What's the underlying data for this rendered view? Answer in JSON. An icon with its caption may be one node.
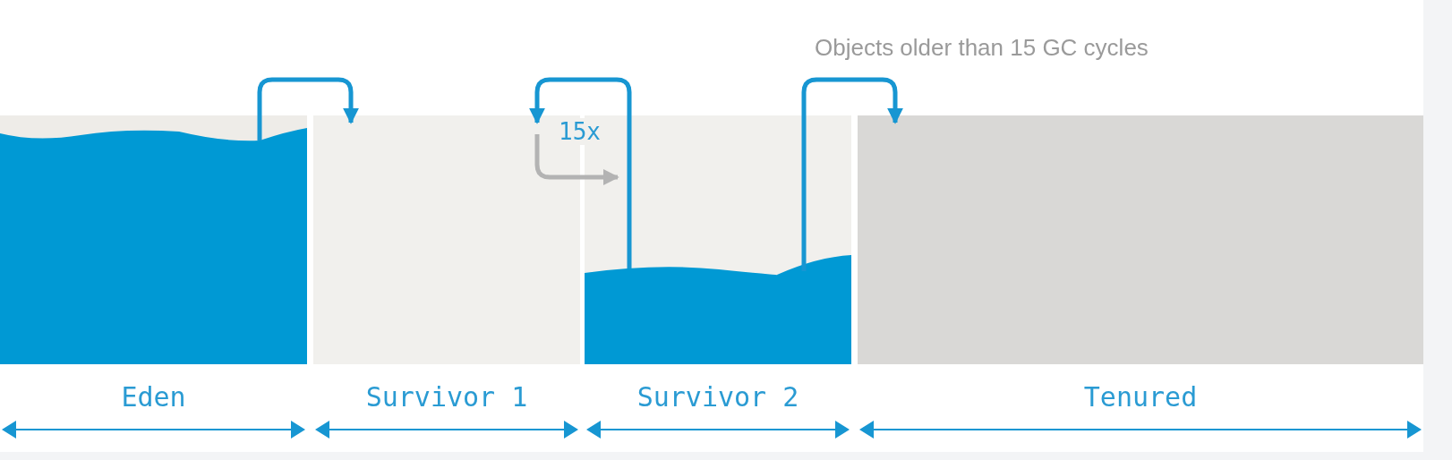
{
  "diagram": {
    "nodes": [
      {
        "text": [
          "Eden"
        ]
      },
      {
        "text": [
          "Survivor 1"
        ]
      },
      {
        "text": [
          "Survivor 2"
        ]
      },
      {
        "text": [
          "Tenured"
        ]
      }
    ],
    "edges": [
      {
        "from": 0,
        "to": 1,
        "arrow": "to"
      },
      {
        "from": 2,
        "to": 1,
        "arrow": "to"
      },
      {
        "from": 1,
        "to": 2,
        "arrow": "to",
        "label": "15x",
        "color": "#b3b3b3"
      },
      {
        "from": 2,
        "to": 3,
        "arrow": "to",
        "label": "Objects older than 15 GC cycles"
      }
    ]
  }
}
